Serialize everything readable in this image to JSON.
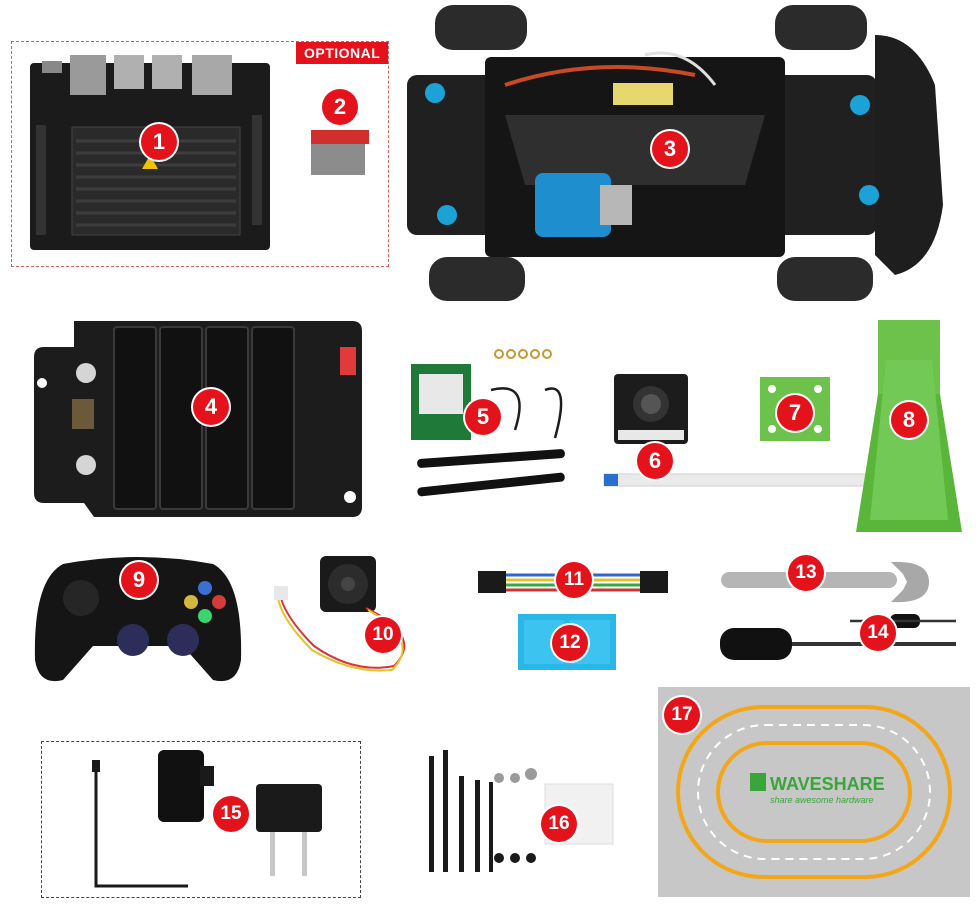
{
  "optional_label": "OPTIONAL",
  "colors": {
    "badge": "#e3121b",
    "board": "#1b1b1b",
    "green_part": "#6cc24a",
    "blue_tape": "#29b6e8",
    "mat_bg": "#c7c7c7",
    "track": "#f2a71b"
  },
  "items": [
    {
      "number": "1",
      "icon": "jetson-nano-board"
    },
    {
      "number": "2",
      "icon": "micro-sd-card"
    },
    {
      "number": "3",
      "icon": "rc-car-chassis"
    },
    {
      "number": "4",
      "icon": "battery-board"
    },
    {
      "number": "5",
      "icon": "wireless-card-antennas"
    },
    {
      "number": "6",
      "icon": "camera-module"
    },
    {
      "number": "7",
      "icon": "green-bracket-small"
    },
    {
      "number": "8",
      "icon": "green-bracket-large"
    },
    {
      "number": "9",
      "icon": "gamepad"
    },
    {
      "number": "10",
      "icon": "cooling-fan"
    },
    {
      "number": "11",
      "icon": "cable"
    },
    {
      "number": "12",
      "icon": "blue-tape"
    },
    {
      "number": "13",
      "icon": "wrench"
    },
    {
      "number": "14",
      "icon": "screwdrivers"
    },
    {
      "number": "15",
      "icon": "power-adapter"
    },
    {
      "number": "16",
      "icon": "screws-pack"
    },
    {
      "number": "17",
      "icon": "track-mat"
    }
  ],
  "mat": {
    "brand": "WAVESHARE",
    "slogan": "share awesome hardware"
  }
}
